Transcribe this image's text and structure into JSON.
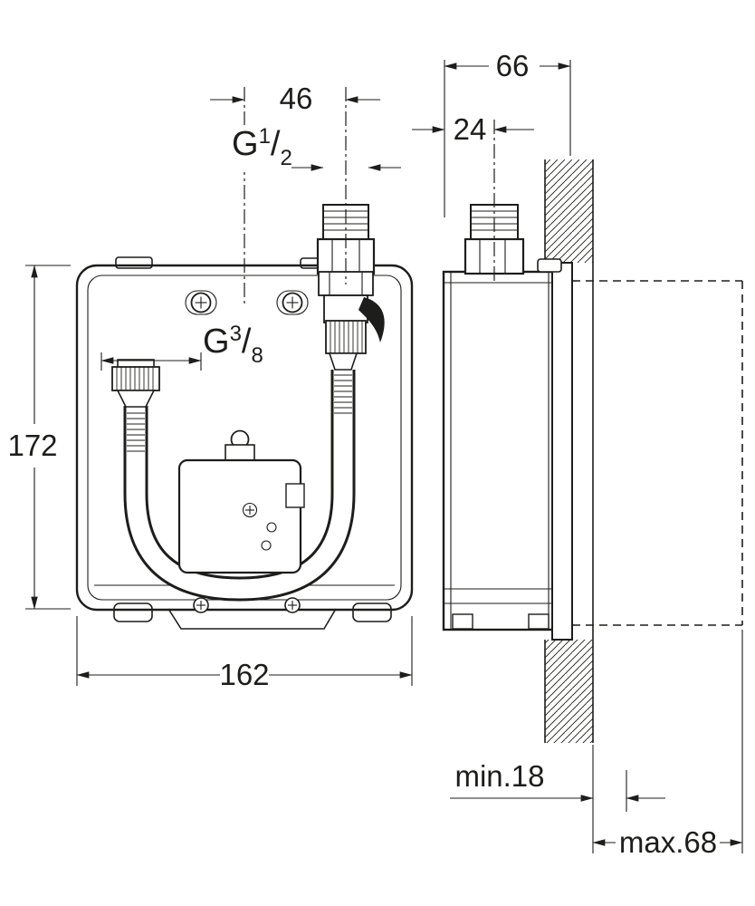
{
  "colors": {
    "line": "#1d1d1b",
    "background": "#ffffff"
  },
  "front_view": {
    "dim_pipe_offset": "46",
    "dim_height": "172",
    "dim_width": "162",
    "thread_top": {
      "g": "G",
      "numerator": "1",
      "slash": "/",
      "denominator": "2"
    },
    "thread_inlet": {
      "g": "G",
      "numerator": "3",
      "slash": "/",
      "denominator": "8"
    }
  },
  "side_view": {
    "dim_depth": "66",
    "dim_pipe_to_face": "24",
    "dim_min": "min.18",
    "dim_max": "max.68"
  }
}
